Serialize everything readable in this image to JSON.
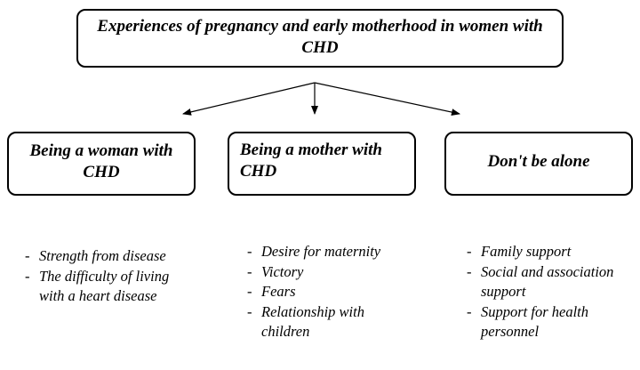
{
  "root": {
    "title": "Experiences of pregnancy and early motherhood in women with CHD"
  },
  "themes": [
    {
      "title": "Being a woman with CHD",
      "subthemes": [
        "Strength from disease",
        "The difficulty of living with a heart disease"
      ]
    },
    {
      "title": "Being a mother with CHD",
      "subthemes": [
        "Desire for maternity",
        "Victory",
        "Fears",
        "Relationship with children"
      ]
    },
    {
      "title": "Don't be alone",
      "subthemes": [
        "Family support",
        "Social and association support",
        "Support for health personnel"
      ]
    }
  ],
  "bullet_char": "-"
}
